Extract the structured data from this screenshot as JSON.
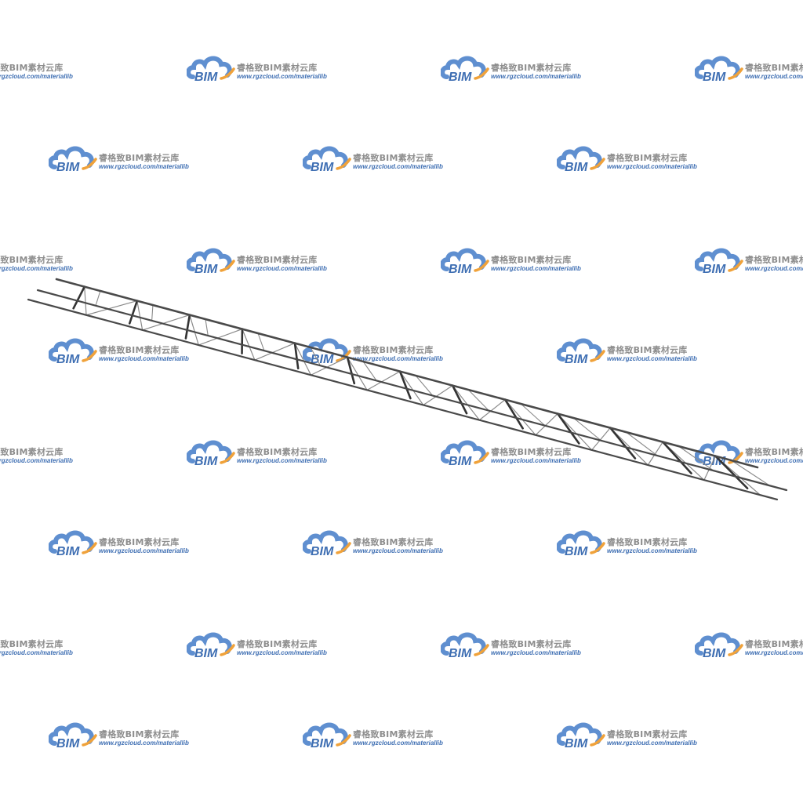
{
  "watermark": {
    "logo_text": "BIM",
    "name": "睿格致BIM素材云库",
    "url": "www.rgzcloud.com/materiallib",
    "icon": "cloud-logo-icon",
    "colors": {
      "cloud": "#5f8fd0",
      "cloud_dark": "#3f6fb3",
      "swoosh": "#f0a23a",
      "name_text": "#8e8e8e",
      "url_text": "#3f6fb3"
    }
  },
  "model": {
    "subject": "steel-bar-truss-girder-icon",
    "colors": {
      "chord": "#4a4a4a",
      "web": "#8a8a8a",
      "cross_bar": "#333333"
    }
  }
}
